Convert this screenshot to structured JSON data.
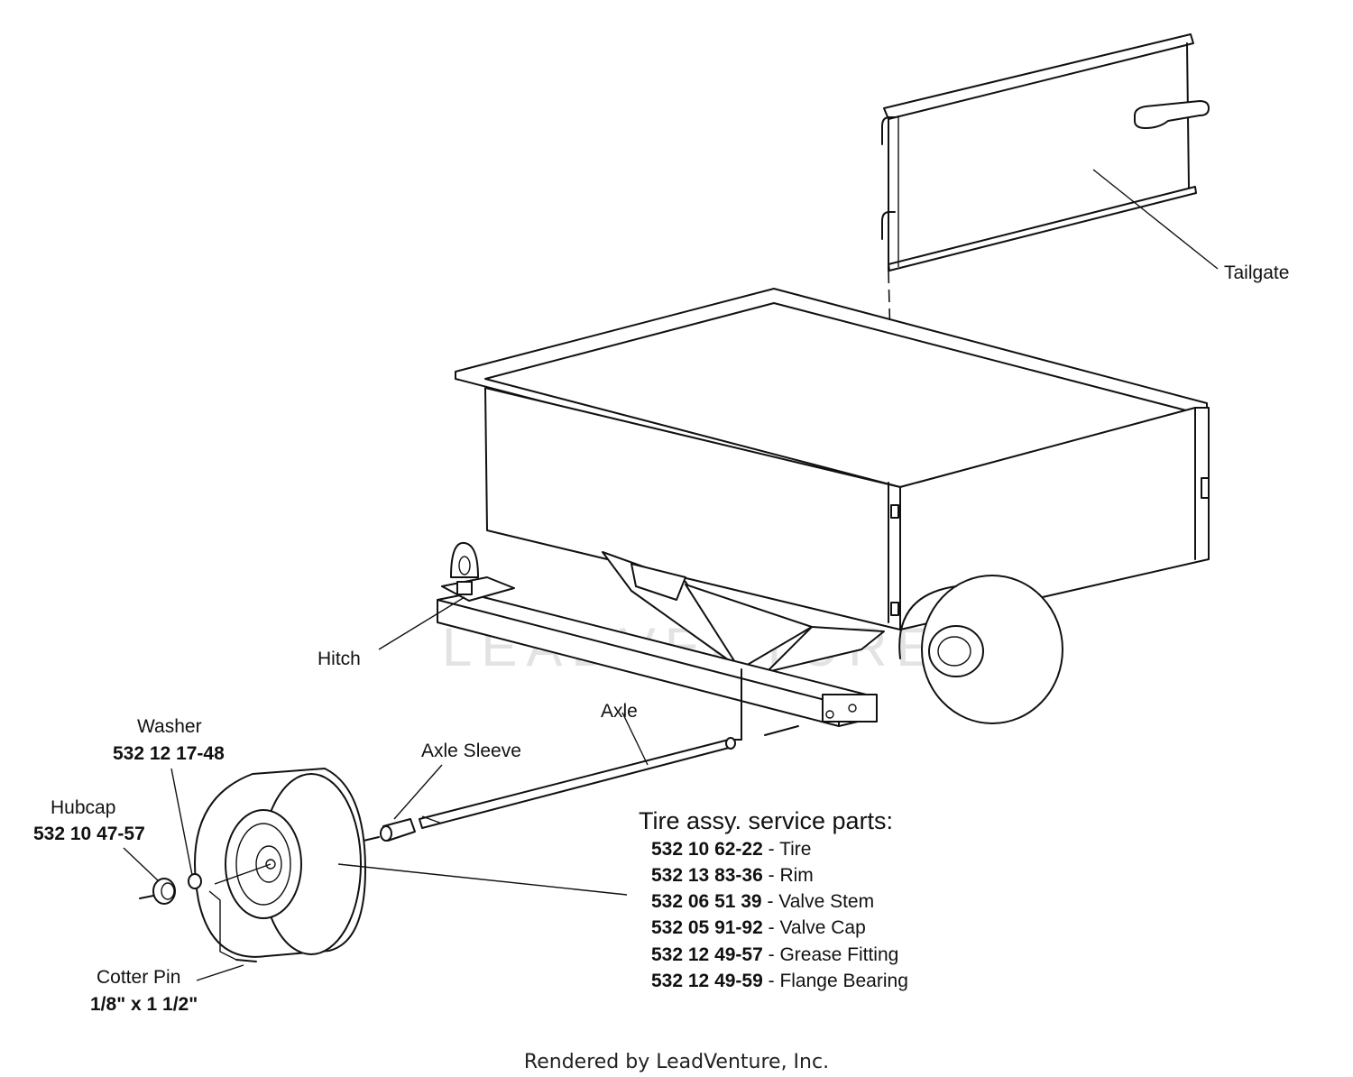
{
  "watermark": "LEADVENTURE",
  "labels": {
    "tailgate": "Tailgate",
    "hitch": "Hitch",
    "axle": "Axle",
    "axle_sleeve": "Axle Sleeve",
    "washer": "Washer",
    "washer_pn": "532 12 17-48",
    "hubcap": "Hubcap",
    "hubcap_pn": "532 10 47-57",
    "cotter_pin": "Cotter Pin",
    "cotter_pin_size": "1/8\" x 1 1/2\""
  },
  "service_parts": {
    "title": "Tire assy. service parts:",
    "items": [
      {
        "pn": "532 10 62-22",
        "desc": " - Tire"
      },
      {
        "pn": "532 13 83-36",
        "desc": " - Rim"
      },
      {
        "pn": "532 06 51 39",
        "desc": " - Valve Stem"
      },
      {
        "pn": "532 05 91-92",
        "desc": " - Valve Cap"
      },
      {
        "pn": "532 12 49-57",
        "desc": " - Grease Fitting"
      },
      {
        "pn": "532 12 49-59",
        "desc": " - Flange Bearing"
      }
    ]
  },
  "footer": "Rendered by LeadVenture, Inc."
}
